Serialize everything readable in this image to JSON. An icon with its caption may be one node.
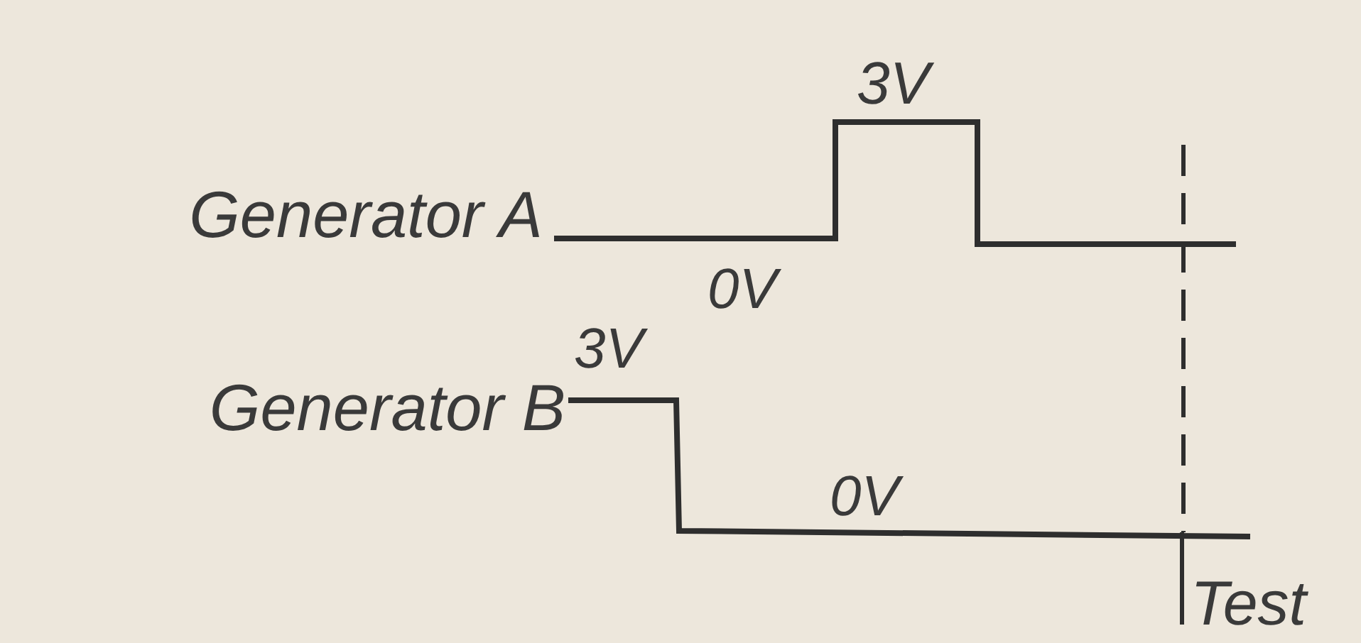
{
  "diagram": {
    "labels": [
      "3V",
      "Generator A",
      "0V",
      "3V",
      "Generator B",
      "0V",
      "Test"
    ]
  }
}
